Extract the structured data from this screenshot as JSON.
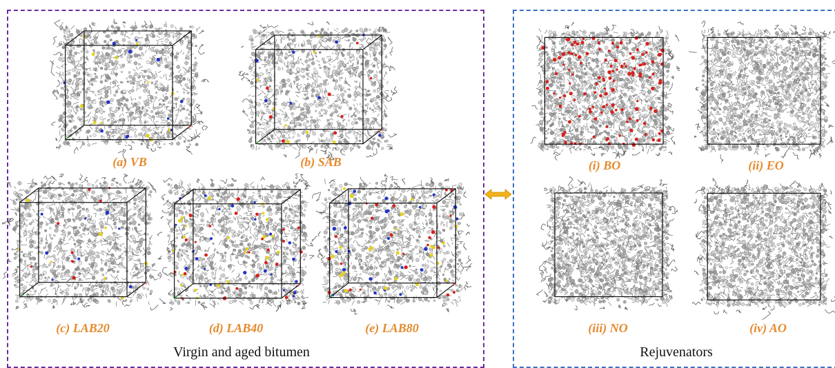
{
  "groups": {
    "virgin": {
      "title": "Virgin and aged bitumen",
      "border_color": "#6a2aa0"
    },
    "rejuvenators": {
      "title": "Rejuvenators",
      "border_color": "#3a6fc4"
    }
  },
  "models": [
    {
      "id": "a",
      "caption": "(a) VB",
      "style": "cube",
      "dots": [
        "yellow",
        "blue"
      ]
    },
    {
      "id": "b",
      "caption": "(b) SAB",
      "style": "cube",
      "dots": [
        "yellow",
        "blue",
        "red"
      ]
    },
    {
      "id": "c",
      "caption": "(c) LAB20",
      "style": "cube",
      "dots": [
        "yellow",
        "blue",
        "red"
      ]
    },
    {
      "id": "d",
      "caption": "(d) LAB40",
      "style": "cube",
      "dots": [
        "red",
        "blue",
        "yellow"
      ]
    },
    {
      "id": "e",
      "caption": "(e) LAB80",
      "style": "cube",
      "dots": [
        "red",
        "yellow",
        "blue"
      ]
    },
    {
      "id": "i",
      "caption": "(i) BO",
      "style": "square",
      "dots": [
        "red"
      ]
    },
    {
      "id": "ii",
      "caption": "(ii) EO",
      "style": "square",
      "dots": []
    },
    {
      "id": "iii",
      "caption": "(iii) NO",
      "style": "square",
      "dots": []
    },
    {
      "id": "iv",
      "caption": "(iv) AO",
      "style": "square",
      "dots": []
    }
  ],
  "colors": {
    "caption": "#e58a2e",
    "arrow": "#f2b21a",
    "atom": "#9a9a9a",
    "bond": "#5a5a5a",
    "box": "#111111"
  }
}
